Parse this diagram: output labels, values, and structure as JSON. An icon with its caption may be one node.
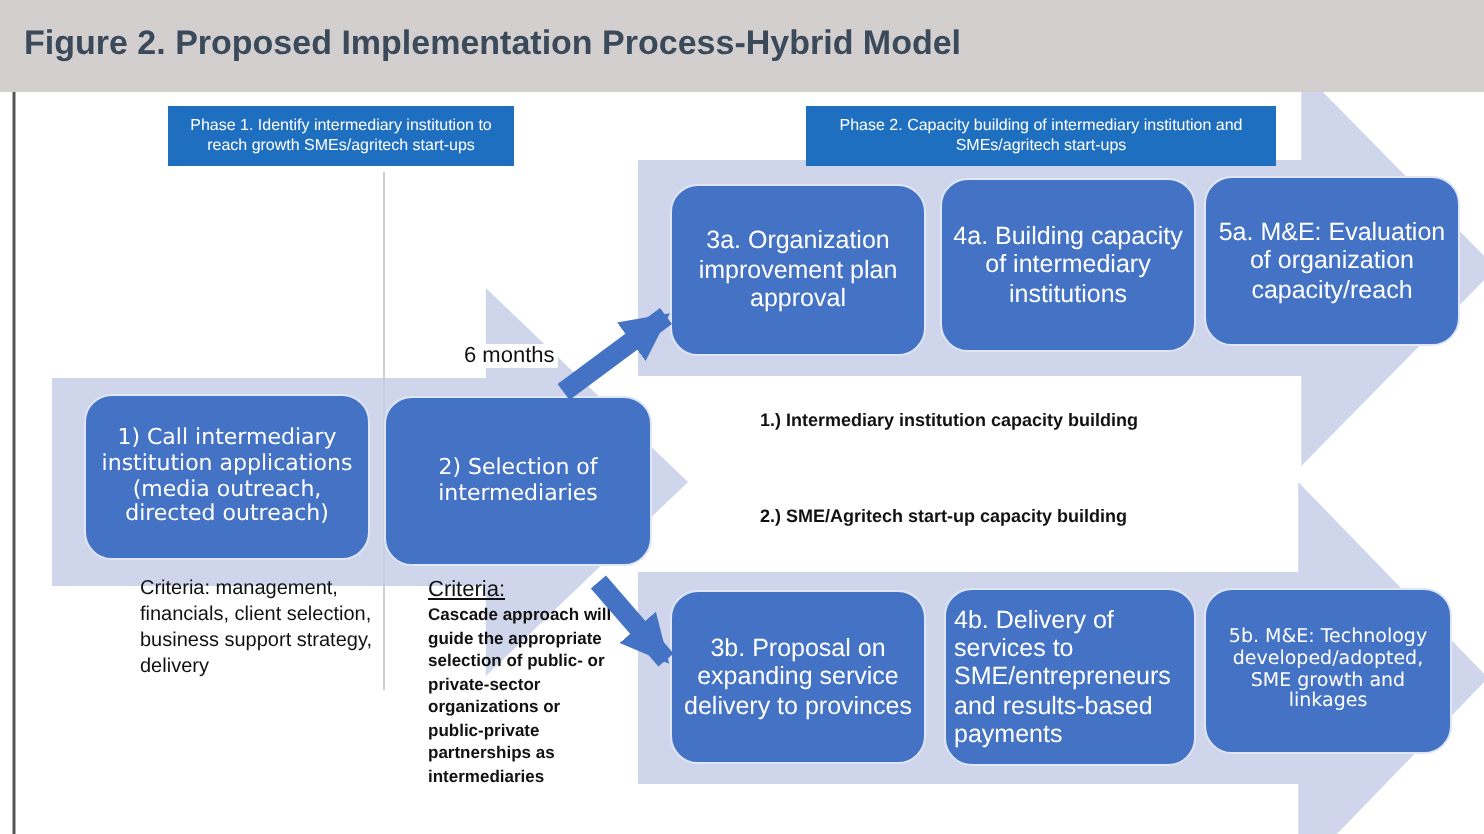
{
  "diagram": {
    "title": "Figure 2. Proposed Implementation Process-Hybrid Model",
    "nodes": [
      {
        "text": [
          "Phase 1. Identify intermediary institution to reach growth SMEs/agritech start-ups"
        ]
      },
      {
        "text": [
          "Phase 2. Capacity building of intermediary institution and SMEs/agritech start-ups"
        ]
      },
      {
        "text": [
          "3a. Organization improvement plan approval"
        ]
      },
      {
        "text": [
          "4a. Building capacity of intermediary institutions"
        ]
      },
      {
        "text": [
          "5a. M&E: Evaluation of organization capacity/reach"
        ]
      },
      {
        "text": [
          "1) Call intermediary institution applications (media outreach, directed outreach)"
        ],
        "beside": [
          "Criteria: management, financials, client selection, business support strategy, delivery"
        ]
      },
      {
        "text": [
          "2) Selection of intermediaries"
        ],
        "beside": [
          "Criteria:",
          "Cascade approach will guide the appropriate selection of public- or private-sector organizations or public-private partnerships as intermediaries"
        ]
      },
      {
        "text": [
          "3b. Proposal on expanding service delivery to provinces"
        ]
      },
      {
        "text": [
          "4b. Delivery of services to SME/entrepreneurs and results-based payments"
        ]
      },
      {
        "text": [
          "5b. M&E: Technology developed/adopted, SME growth and linkages"
        ]
      }
    ],
    "edges": [
      {
        "from": 5,
        "to": 6,
        "arrow": "to",
        "style": "thick",
        "color": "#cfd5eb"
      },
      {
        "from": 2,
        "to": 4,
        "arrow": "to",
        "style": "thick",
        "color": "#cfd5eb"
      },
      {
        "from": 7,
        "to": 9,
        "arrow": "to",
        "style": "thick",
        "color": "#cfd5eb"
      },
      {
        "from": 6,
        "to": 2,
        "arrow": "to",
        "label": "6 months"
      },
      {
        "from": 6,
        "to": 7,
        "arrow": "to"
      }
    ],
    "labels": [
      "1.) Intermediary institution capacity building",
      "2.) SME/Agritech start-up capacity building"
    ]
  }
}
